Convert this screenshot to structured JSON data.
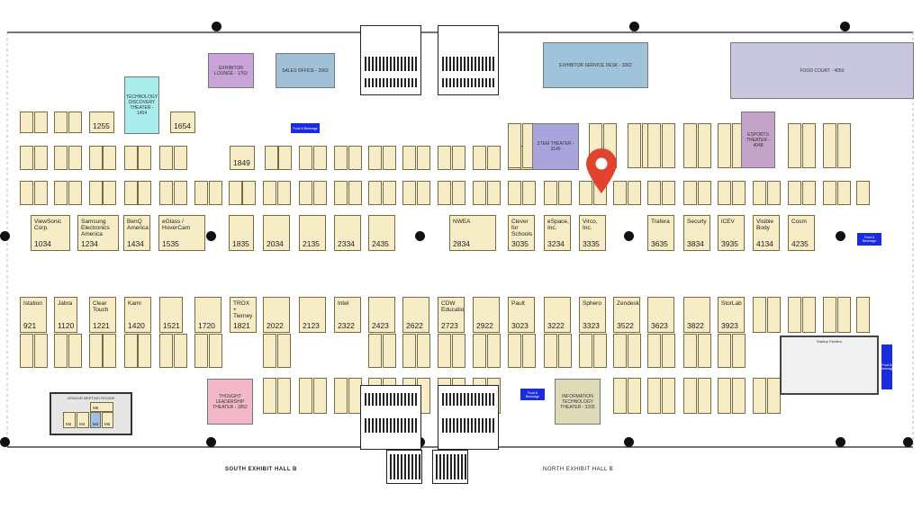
{
  "hall_labels": {
    "south": "SOUTH EXHIBIT HALL  B",
    "north": "NORTH EXHIBIT HALL  B"
  },
  "areas": {
    "exhibitor_lounge": "EXHIBITOR LOUNGE - 1763",
    "sales_office": "SALES OFFICE - 2063",
    "exhibitor_service": "EXHIBITOR SERVICE DESK - 3262",
    "food_court": "FOOD COURT - 4050",
    "tech_theater": "TECHNOLOGY DISCOVERY THEATER - 1454",
    "steam_theater": "STEM THEATER - 3145",
    "esports_theater": "ESPORTS THEATER - 4048",
    "thought_theater": "THOUGHT LEADERSHIP THEATER - 1852",
    "info_theater": "INFORMATION TECHNOLOGY THEATER - 3205",
    "vendor_rooms": "VENDOR MEETING ROOMS",
    "startup_pavilion": "Startup Pavilion",
    "food_beverage": "Food & Beverage"
  },
  "meeting_rooms": [
    "M2",
    "M3",
    "M4",
    "M5",
    "M6"
  ],
  "booths_big": [
    {
      "name": "ViewSonic Corp.",
      "no": "1034"
    },
    {
      "name": "Samsung Electronics America",
      "no": "1234"
    },
    {
      "name": "BenQ America",
      "no": "1434"
    },
    {
      "name": "eGlass / HoverCam",
      "no": "1535"
    },
    {
      "name": "",
      "no": "1835"
    },
    {
      "name": "",
      "no": "2034"
    },
    {
      "name": "",
      "no": "2135"
    },
    {
      "name": "",
      "no": "2334"
    },
    {
      "name": "",
      "no": "2435"
    },
    {
      "name": "NWEA",
      "no": "2834"
    },
    {
      "name": "Clever for Schools",
      "no": "3035"
    },
    {
      "name": "eSpace, Inc.",
      "no": "3234"
    },
    {
      "name": "Virco, Inc.",
      "no": "3335"
    },
    {
      "name": "Trafera",
      "no": "3635"
    },
    {
      "name": "Securly",
      "no": "3834"
    },
    {
      "name": "iCEV",
      "no": "3935"
    },
    {
      "name": "Visible Body",
      "no": "4134"
    },
    {
      "name": "Cosm",
      "no": "4235"
    }
  ],
  "booths_row2": [
    {
      "name": "Istation",
      "no": "921"
    },
    {
      "name": "Jabra",
      "no": "1120"
    },
    {
      "name": "Clear Touch",
      "no": "1221"
    },
    {
      "name": "Kami",
      "no": "1420"
    },
    {
      "name": "",
      "no": "1521"
    },
    {
      "name": "",
      "no": "1720"
    },
    {
      "name": "TROX + Tierney",
      "no": "1821"
    },
    {
      "name": "",
      "no": "2022"
    },
    {
      "name": "",
      "no": "2123"
    },
    {
      "name": "Intel",
      "no": "2322"
    },
    {
      "name": "",
      "no": "2423"
    },
    {
      "name": "",
      "no": "2622"
    },
    {
      "name": "CDW Education",
      "no": "2723"
    },
    {
      "name": "",
      "no": "2922"
    },
    {
      "name": "Pault",
      "no": "3023"
    },
    {
      "name": "",
      "no": "3222"
    },
    {
      "name": "Sphero",
      "no": "3323"
    },
    {
      "name": "Zendesk",
      "no": "3522"
    },
    {
      "name": "",
      "no": "3623"
    },
    {
      "name": "",
      "no": "3822"
    },
    {
      "name": "StorLab",
      "no": "3923"
    }
  ],
  "booths_top": [
    {
      "name": "",
      "no": "1255"
    },
    {
      "name": "",
      "no": "1654"
    },
    {
      "name": "",
      "no": "1849"
    }
  ]
}
